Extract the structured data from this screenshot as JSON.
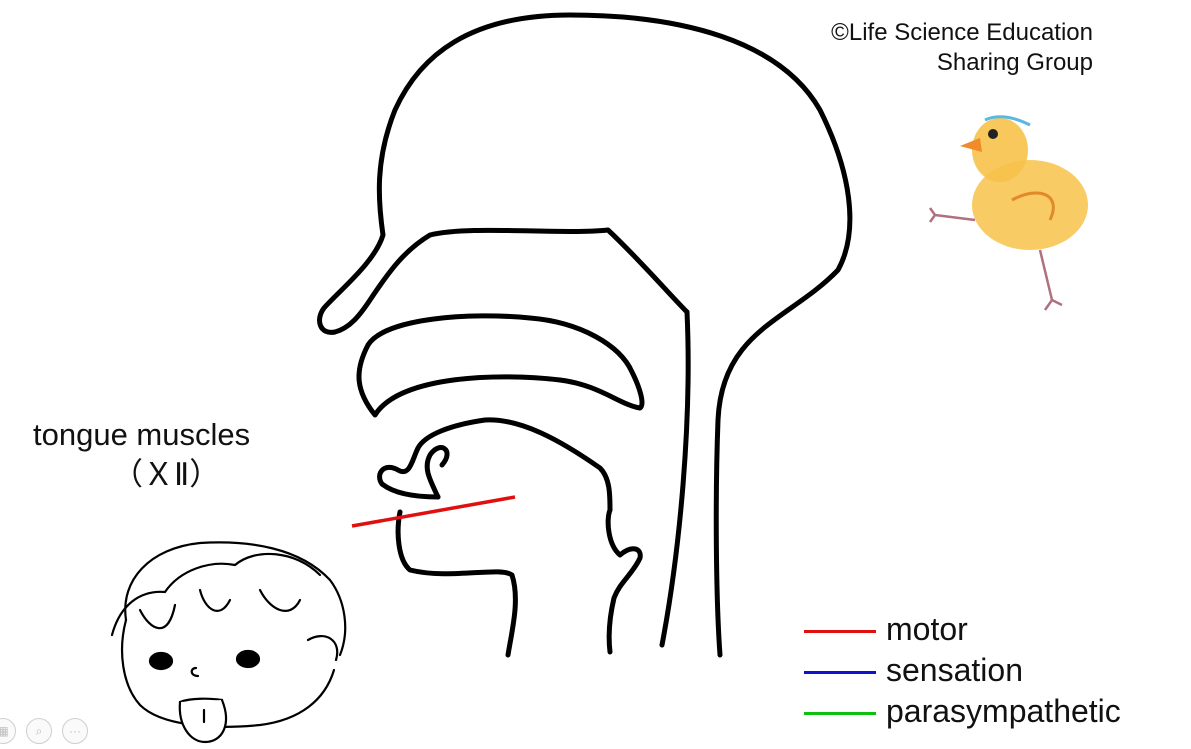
{
  "copyright": {
    "line1": "©Life Science Education",
    "line2": "Sharing Group"
  },
  "nerve_label": {
    "title": "tongue muscles",
    "subtitle": "（ＸⅡ）"
  },
  "legend": [
    {
      "label": "motor",
      "color": "#e01010"
    },
    {
      "label": "sensation",
      "color": "#1010d0"
    },
    {
      "label": "parasympathetic",
      "color": "#10c010"
    }
  ],
  "nerve_line_color": "#e01010",
  "toolbar": {
    "icons": [
      "grid-icon",
      "zoom-icon",
      "more-icon"
    ]
  }
}
